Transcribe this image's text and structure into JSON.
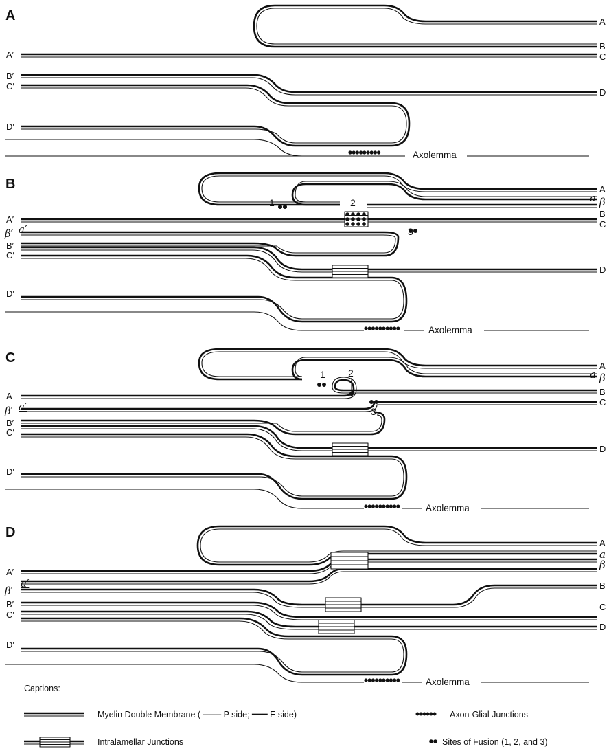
{
  "panels": [
    {
      "letter": "A",
      "right_labels": [
        "A",
        "B",
        "C",
        "D"
      ],
      "left_labels": [
        "A′",
        "B′",
        "C′",
        "D′"
      ],
      "axolemma": "Axolemma"
    },
    {
      "letter": "B",
      "right_labels": [
        "A",
        "a",
        "β",
        "B",
        "C",
        "D"
      ],
      "left_labels": [
        "A′",
        "a′",
        "β′",
        "B′",
        "C′",
        "D′"
      ],
      "fusion_sites": [
        "1",
        "2",
        "3"
      ],
      "axolemma": "Axolemma"
    },
    {
      "letter": "C",
      "right_labels": [
        "A",
        "a",
        "β",
        "B",
        "C",
        "D"
      ],
      "left_labels": [
        "A",
        "a′",
        "β′",
        "B′",
        "C′",
        "D′"
      ],
      "fusion_sites": [
        "1",
        "2",
        "3"
      ],
      "axolemma": "Axolemma"
    },
    {
      "letter": "D",
      "right_labels": [
        "A",
        "a",
        "β",
        "B",
        "C",
        "D"
      ],
      "left_labels": [
        "A′",
        "a′",
        "β′",
        "B′",
        "C′",
        "D′"
      ],
      "axolemma": "Axolemma"
    }
  ],
  "legend": {
    "title": "Captions:",
    "myelin": "Myelin Double Membrane ( ─── P side; ━━━ E side)",
    "intralamellar": "Intralamellar Junctions",
    "axon_glial": "Axon-Glial Junctions",
    "fusion": "Sites of Fusion (1, 2, and 3)"
  },
  "colors": {
    "ink": "#111111",
    "background": "#ffffff"
  }
}
